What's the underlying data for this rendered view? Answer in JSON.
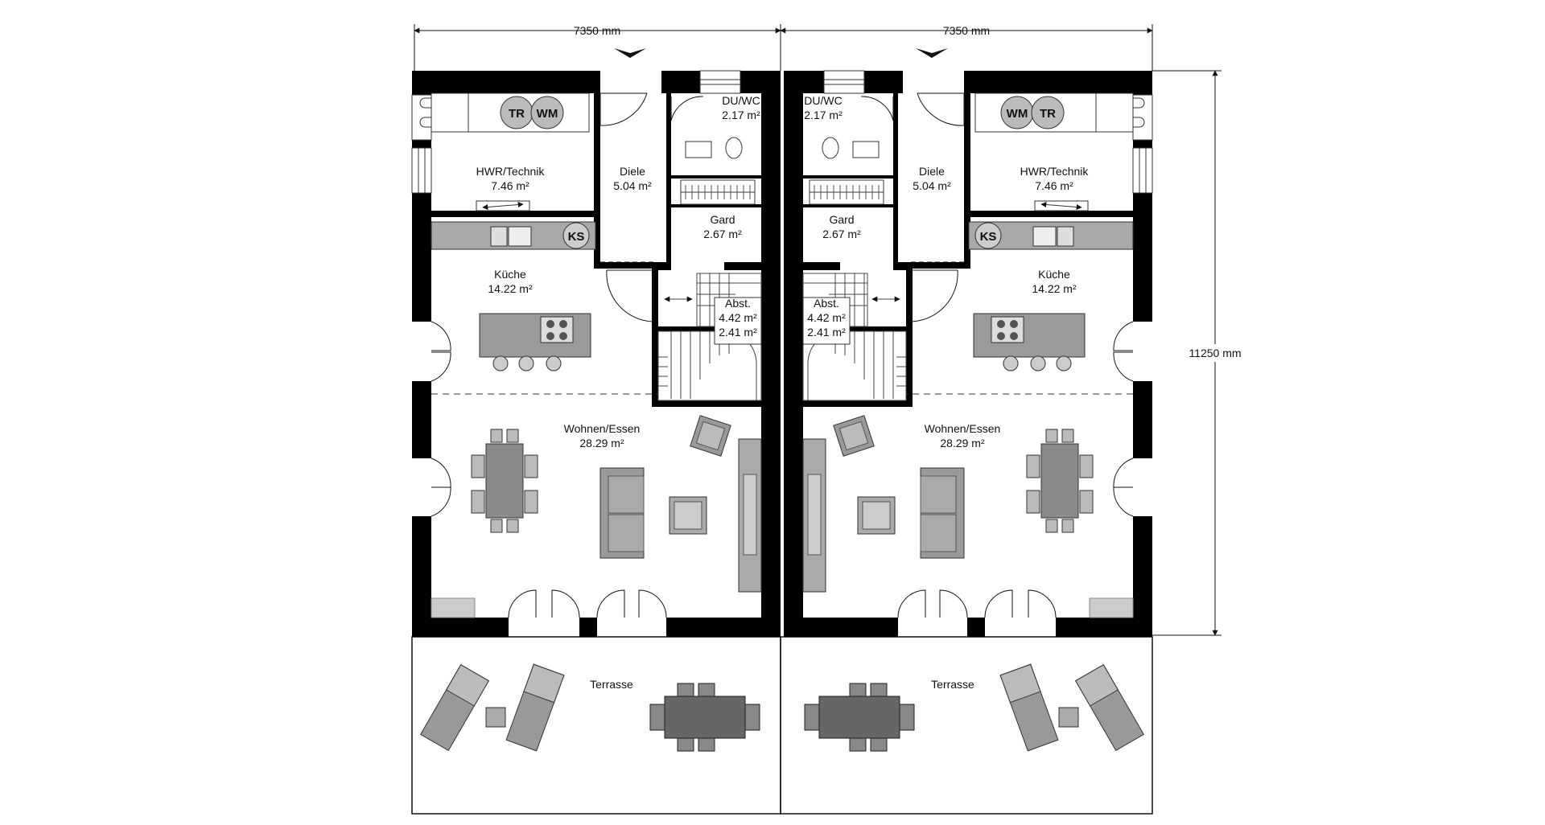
{
  "dimensions": {
    "width_left": "7350 mm",
    "width_right": "7350 mm",
    "height": "11250 mm"
  },
  "units": [
    {
      "rooms": {
        "hwr": {
          "name": "HWR/Technik",
          "area": "7.46 m²"
        },
        "diele": {
          "name": "Diele",
          "area": "5.04 m²"
        },
        "duwc": {
          "name": "DU/WC",
          "area": "2.17 m²"
        },
        "gard": {
          "name": "Gard",
          "area": "2.67 m²"
        },
        "kueche": {
          "name": "Küche",
          "area": "14.22 m²"
        },
        "abst": {
          "name": "Abst.",
          "area1": "4.42 m²",
          "area2": "2.41 m²"
        },
        "wohnen": {
          "name": "Wohnen/Essen",
          "area": "28.29 m²"
        },
        "terrasse": {
          "name": "Terrasse"
        }
      },
      "fixtures": {
        "tr": "TR",
        "wm": "WM",
        "ks": "KS"
      }
    },
    {
      "rooms": {
        "hwr": {
          "name": "HWR/Technik",
          "area": "7.46 m²"
        },
        "diele": {
          "name": "Diele",
          "area": "5.04 m²"
        },
        "duwc": {
          "name": "DU/WC",
          "area": "2.17 m²"
        },
        "gard": {
          "name": "Gard",
          "area": "2.67 m²"
        },
        "kueche": {
          "name": "Küche",
          "area": "14.22 m²"
        },
        "abst": {
          "name": "Abst.",
          "area1": "4.42 m²",
          "area2": "2.41 m²"
        },
        "wohnen": {
          "name": "Wohnen/Essen",
          "area": "28.29 m²"
        },
        "terrasse": {
          "name": "Terrasse"
        }
      },
      "fixtures": {
        "tr": "TR",
        "wm": "WM",
        "ks": "KS"
      }
    }
  ]
}
